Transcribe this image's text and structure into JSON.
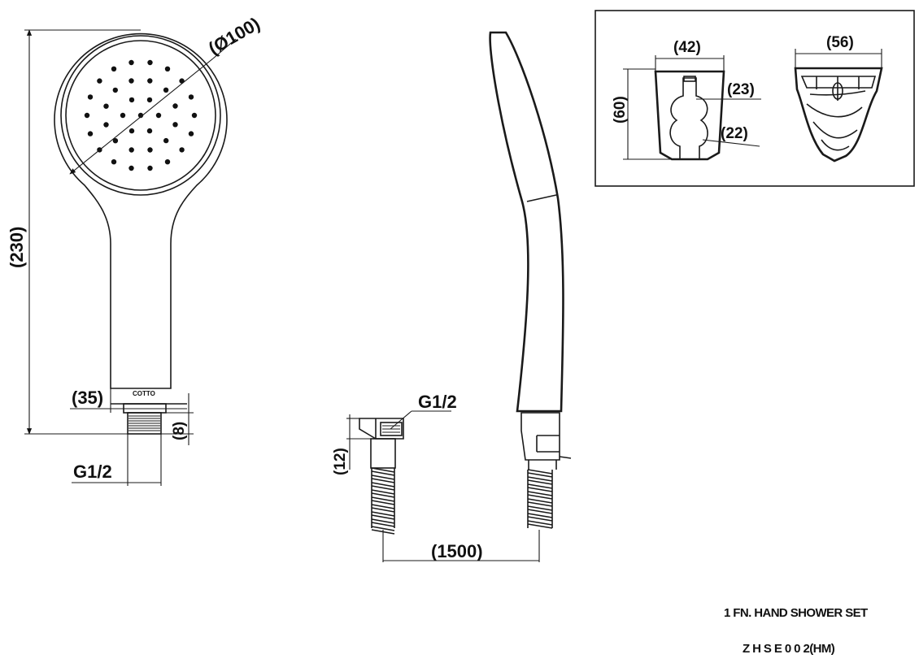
{
  "title": {
    "product": "1 FN. HAND SHOWER SET",
    "code": "Z H S E 0 0 2(HM)"
  },
  "front_view": {
    "brand": "COTTO",
    "dim_height": "(230)",
    "dim_diameter": "(Ø100)",
    "dim_neck_width": "(35)",
    "dim_thread_length": "(8)",
    "dim_thread": "G1/2"
  },
  "hose_view": {
    "dim_thread": "G1/2",
    "dim_nut_height": "(12)",
    "dim_length": "(1500)"
  },
  "holder_detail": {
    "dim_width_front": "(42)",
    "dim_height": "(60)",
    "dim_slot_upper": "(23)",
    "dim_slot_lower": "(22)",
    "dim_width_side": "(56)"
  }
}
